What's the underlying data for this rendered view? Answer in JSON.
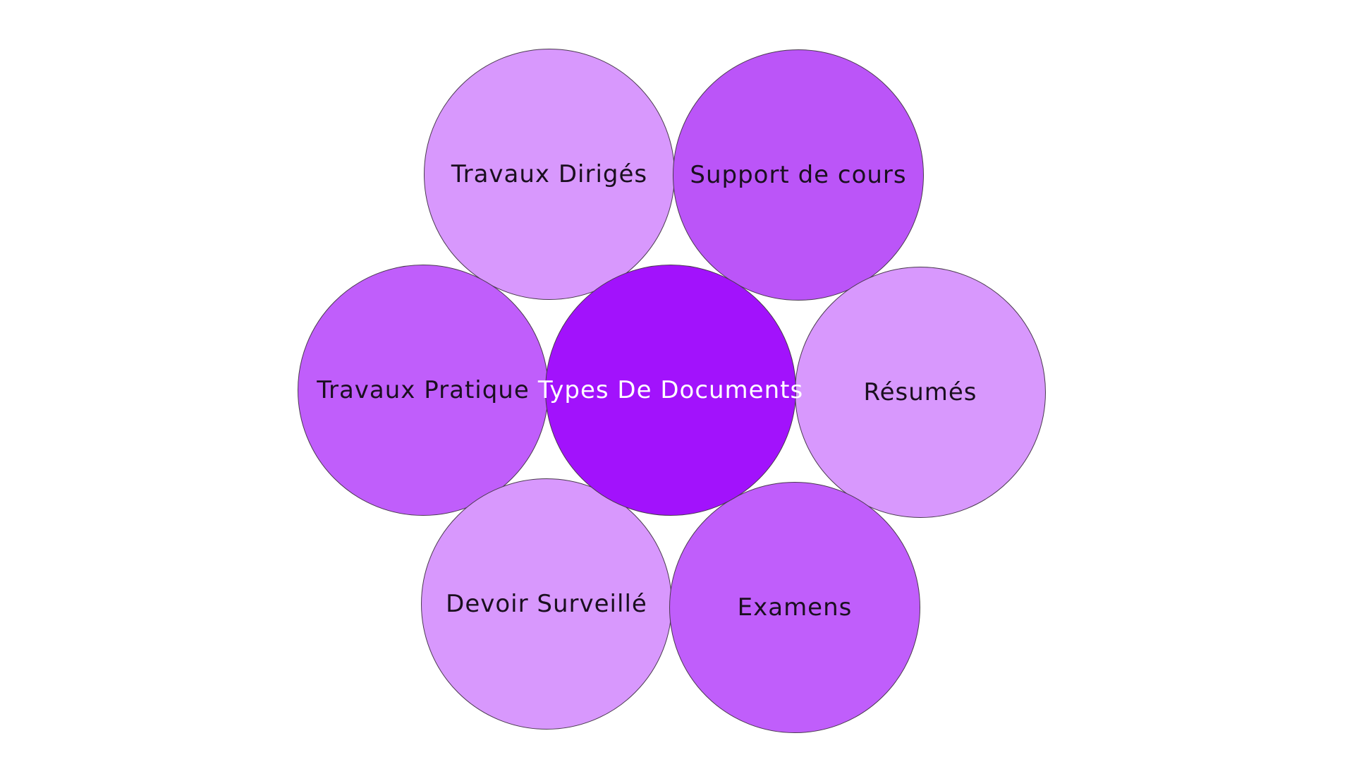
{
  "diagram": {
    "center": {
      "label": "Types De Documents",
      "color": "#a212fc"
    },
    "nodes": [
      {
        "label": "Travaux Dirigés",
        "color": "#d898fd"
      },
      {
        "label": "Support de cours",
        "color": "#bb55f8"
      },
      {
        "label": "Travaux Pratique",
        "color": "#c05efb"
      },
      {
        "label": "Résumés",
        "color": "#d898fd"
      },
      {
        "label": "Devoir Surveillé",
        "color": "#d898fd"
      },
      {
        "label": "Examens",
        "color": "#c05efb"
      }
    ]
  }
}
